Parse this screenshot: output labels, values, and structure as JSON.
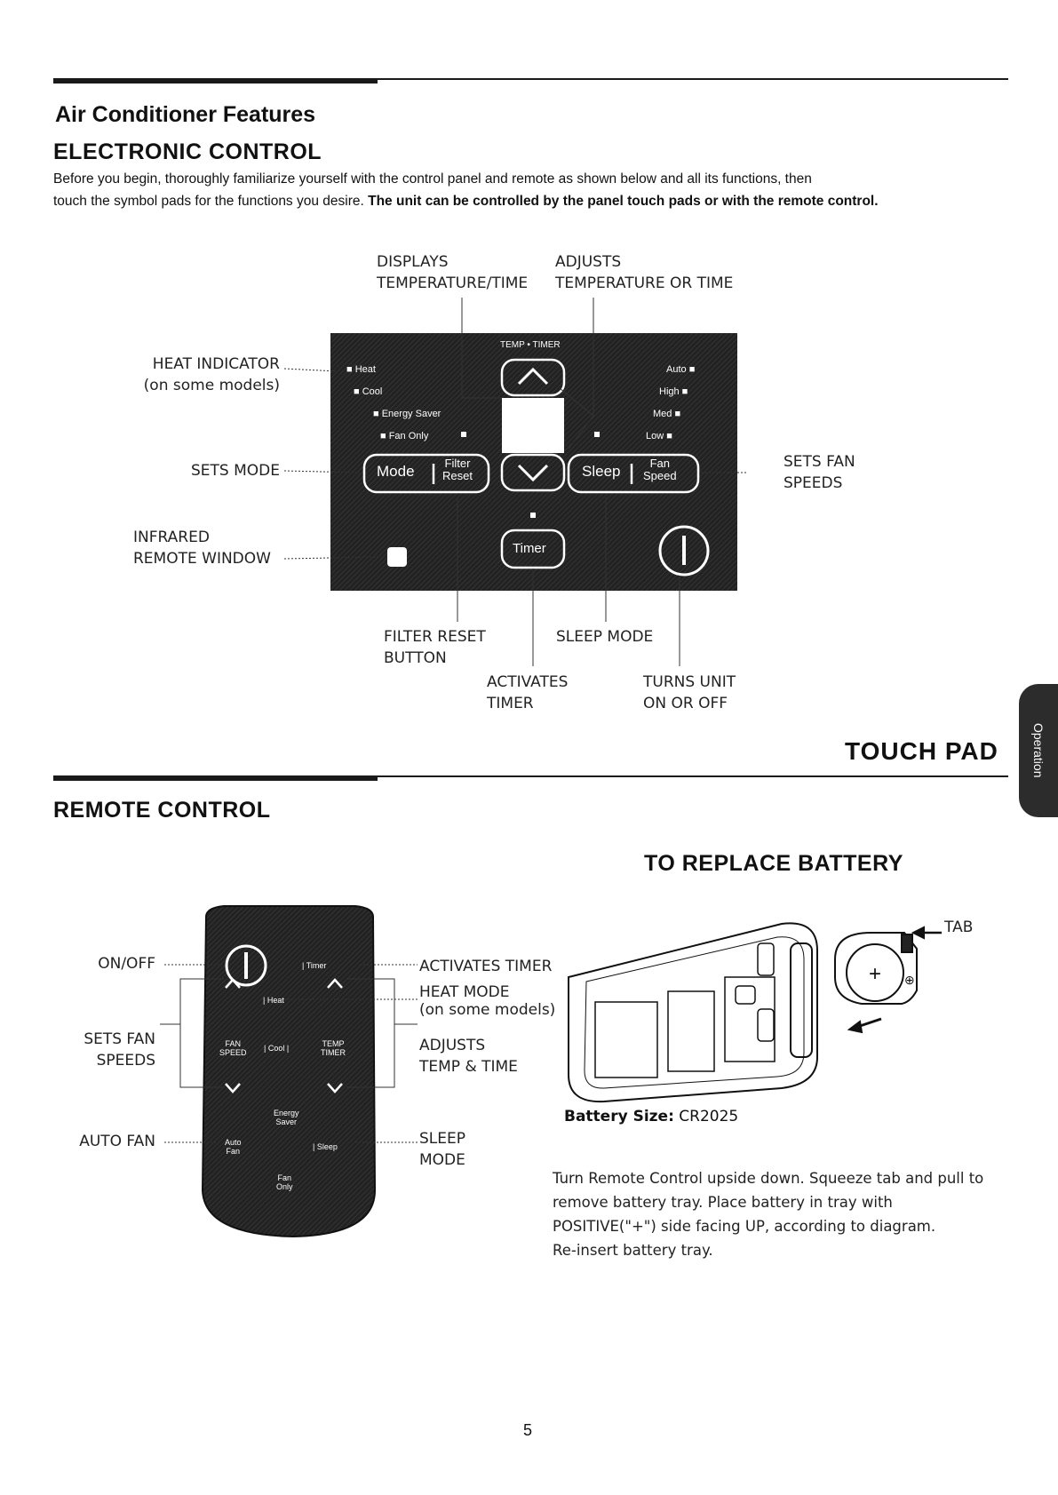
{
  "header": {
    "section_title": "Air Conditioner Features",
    "subsection_title": "ELECTRONIC CONTROL",
    "intro_line1": "Before you begin, thoroughly familiarize yourself with the control panel and remote as shown below and all its functions, then",
    "intro_line2_plain": "touch the symbol pads for the functions you desire.",
    "intro_line2_bold": "The unit can be controlled by the panel touch pads or with the remote control."
  },
  "touchpad": {
    "title": "TOUCH PAD",
    "labels": {
      "displays": [
        "DISPLAYS",
        "TEMPERATURE/TIME"
      ],
      "adjusts": [
        "ADJUSTS",
        "TEMPERATURE OR TIME"
      ],
      "heat_indicator": [
        "HEAT INDICATOR",
        "(on some models)"
      ],
      "sets_mode": "SETS MODE",
      "infrared": [
        "INFRARED",
        "REMOTE WINDOW"
      ],
      "sets_fan": [
        "SETS FAN",
        "SPEEDS"
      ],
      "filter_reset": [
        "FILTER RESET",
        "BUTTON"
      ],
      "sleep_mode": "SLEEP MODE",
      "activates_timer": [
        "ACTIVATES",
        "TIMER"
      ],
      "turns_unit": [
        "TURNS UNIT",
        "ON OR OFF"
      ]
    },
    "panel": {
      "temp_timer": "TEMP • TIMER",
      "modes": [
        "Heat",
        "Cool",
        "Energy Saver",
        "Fan Only"
      ],
      "fan_speeds": [
        "Auto",
        "High",
        "Med",
        "Low"
      ],
      "mode_btn": "Mode",
      "filter_btn": [
        "Filter",
        "Reset"
      ],
      "sleep_btn": "Sleep",
      "fan_btn": [
        "Fan",
        "Speed"
      ],
      "timer_btn": "Timer"
    }
  },
  "remote": {
    "title": "REMOTE CONTROL",
    "labels": {
      "on_off": "ON/OFF",
      "sets_fan": [
        "SETS FAN",
        "SPEEDS"
      ],
      "auto_fan": "AUTO FAN",
      "activates_timer": "ACTIVATES TIMER",
      "heat_mode": [
        "HEAT MODE",
        "(on some models)"
      ],
      "adjusts": [
        "ADJUSTS",
        "TEMP & TIME"
      ],
      "sleep": [
        "SLEEP",
        "MODE"
      ]
    },
    "keys": {
      "timer": "Timer",
      "heat": "Heat",
      "fan_speed": [
        "FAN",
        "SPEED"
      ],
      "cool": "Cool",
      "temp_timer": [
        "TEMP",
        "TIMER"
      ],
      "energy_saver": [
        "Energy",
        "Saver"
      ],
      "auto_fan": [
        "Auto",
        "Fan"
      ],
      "sleep": "Sleep",
      "fan_only": [
        "Fan",
        "Only"
      ]
    }
  },
  "battery": {
    "title": "TO REPLACE BATTERY",
    "tab_label": "TAB",
    "size_label": "Battery Size:",
    "size_value": "CR2025",
    "instructions": [
      "Turn Remote Control upside down. Squeeze tab and pull to",
      "remove battery tray. Place battery in tray with",
      "POSITIVE(\"+\") side facing UP, according to diagram.",
      "Re-insert battery tray."
    ]
  },
  "side_tab": "Operation",
  "page_number": "5"
}
